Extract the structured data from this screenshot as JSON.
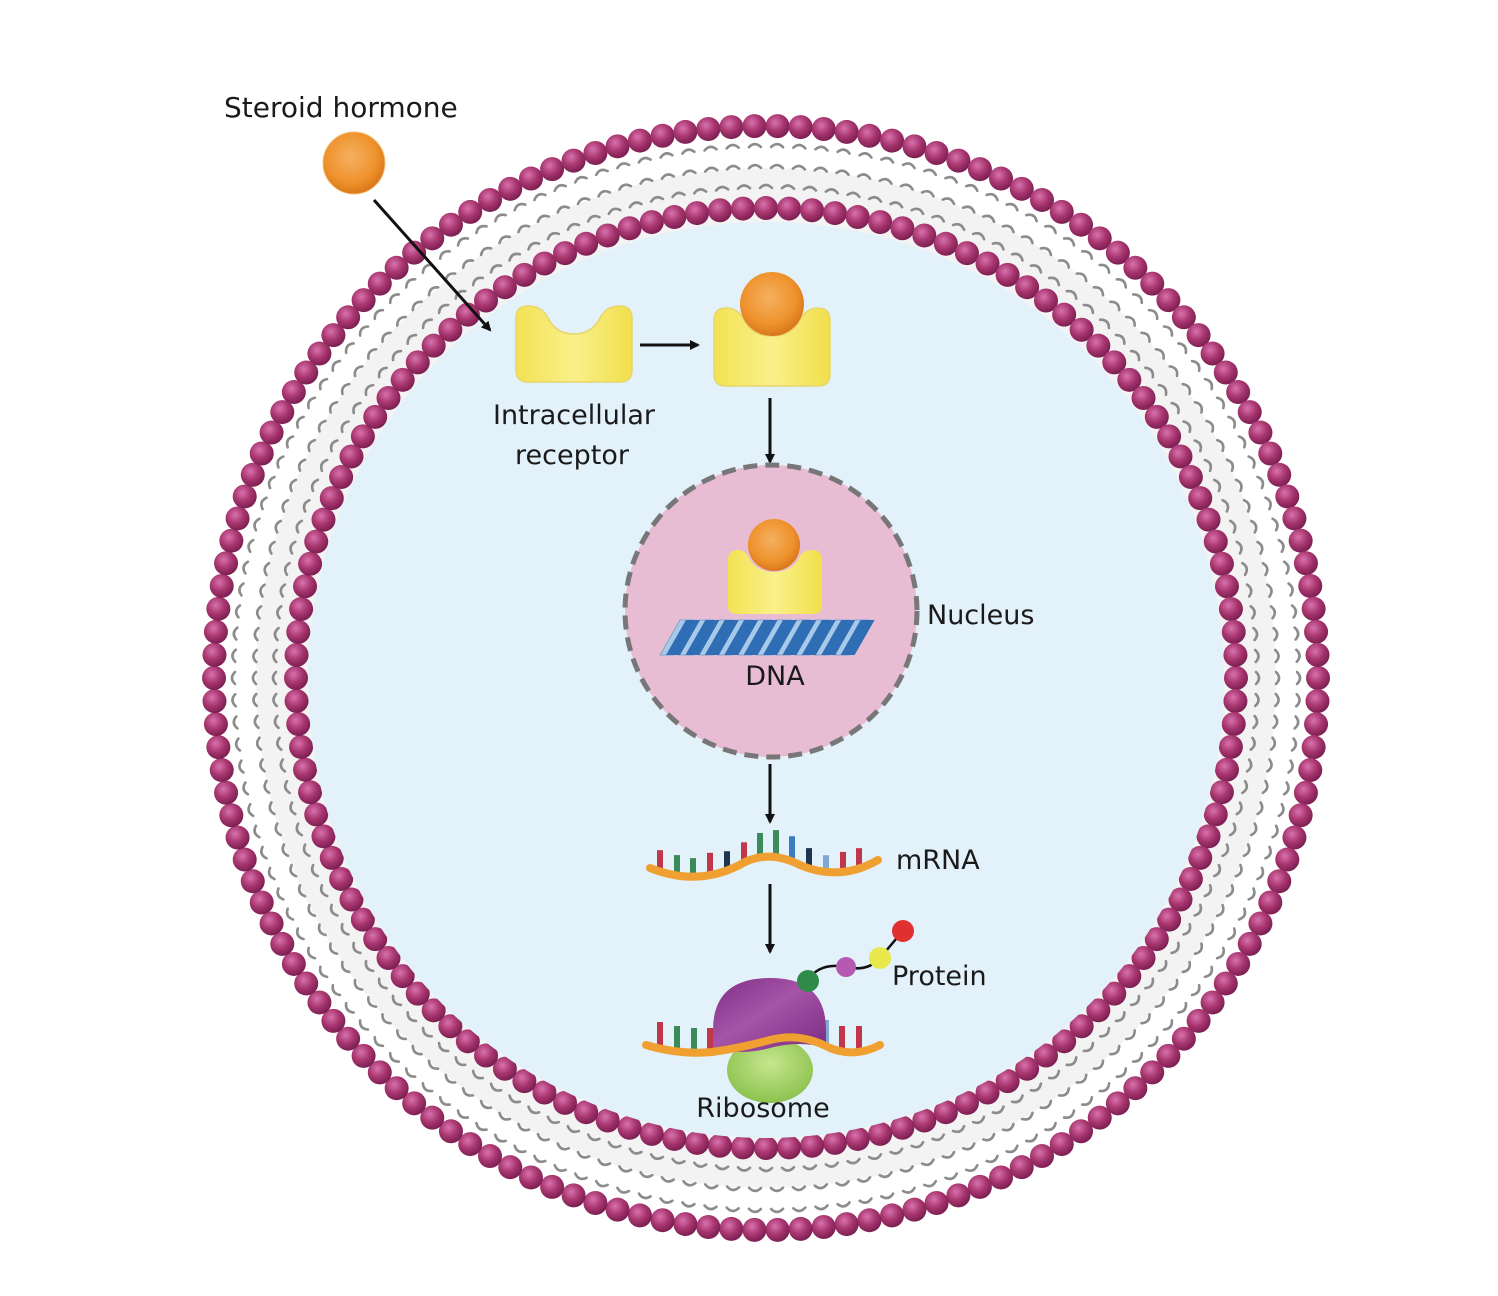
{
  "diagram": {
    "title": "Steroid hormone signaling pathway",
    "labels": {
      "hormone": "Steroid hormone",
      "receptor_line1": "Intracellular",
      "receptor_line2": "receptor",
      "nucleus": "Nucleus",
      "dna": "DNA",
      "mrna": "mRNA",
      "protein": "Protein",
      "ribosome": "Ribosome"
    },
    "flow": [
      "Steroid hormone",
      "Intracellular receptor",
      "Hormone-receptor complex",
      "Nucleus / DNA",
      "mRNA",
      "Ribosome",
      "Protein"
    ],
    "colors": {
      "membrane_head": "#a3306f",
      "membrane_head_light": "#d45c9c",
      "membrane_tail": "#8a8a8a",
      "membrane_fill": "#f4f4f4",
      "cytoplasm": "#e3f1fa",
      "hormone": "#f0962e",
      "receptor": "#f7e85a",
      "nucleus_fill": "#e8bcd3",
      "nucleus_border": "#7a7a7a",
      "dna_dark": "#2f6db5",
      "dna_light": "#a9c9e8",
      "mrna_backbone": "#f0a030",
      "ribosome_large": "#8e3a92",
      "ribosome_small": "#a6d46a",
      "arrow": "#111111"
    },
    "mrna_bases": [
      "#c0374a",
      "#3a8a5a",
      "#3a8a5a",
      "#c0374a",
      "#1e3550",
      "#c0374a",
      "#3a8a5a",
      "#3a8a5a",
      "#3e7cc0",
      "#1e3550",
      "#7fa8d6",
      "#c0374a",
      "#c0374a"
    ],
    "protein_beads": [
      "#2e8b48",
      "#b55ab0",
      "#e8e84a",
      "#e03030"
    ]
  }
}
